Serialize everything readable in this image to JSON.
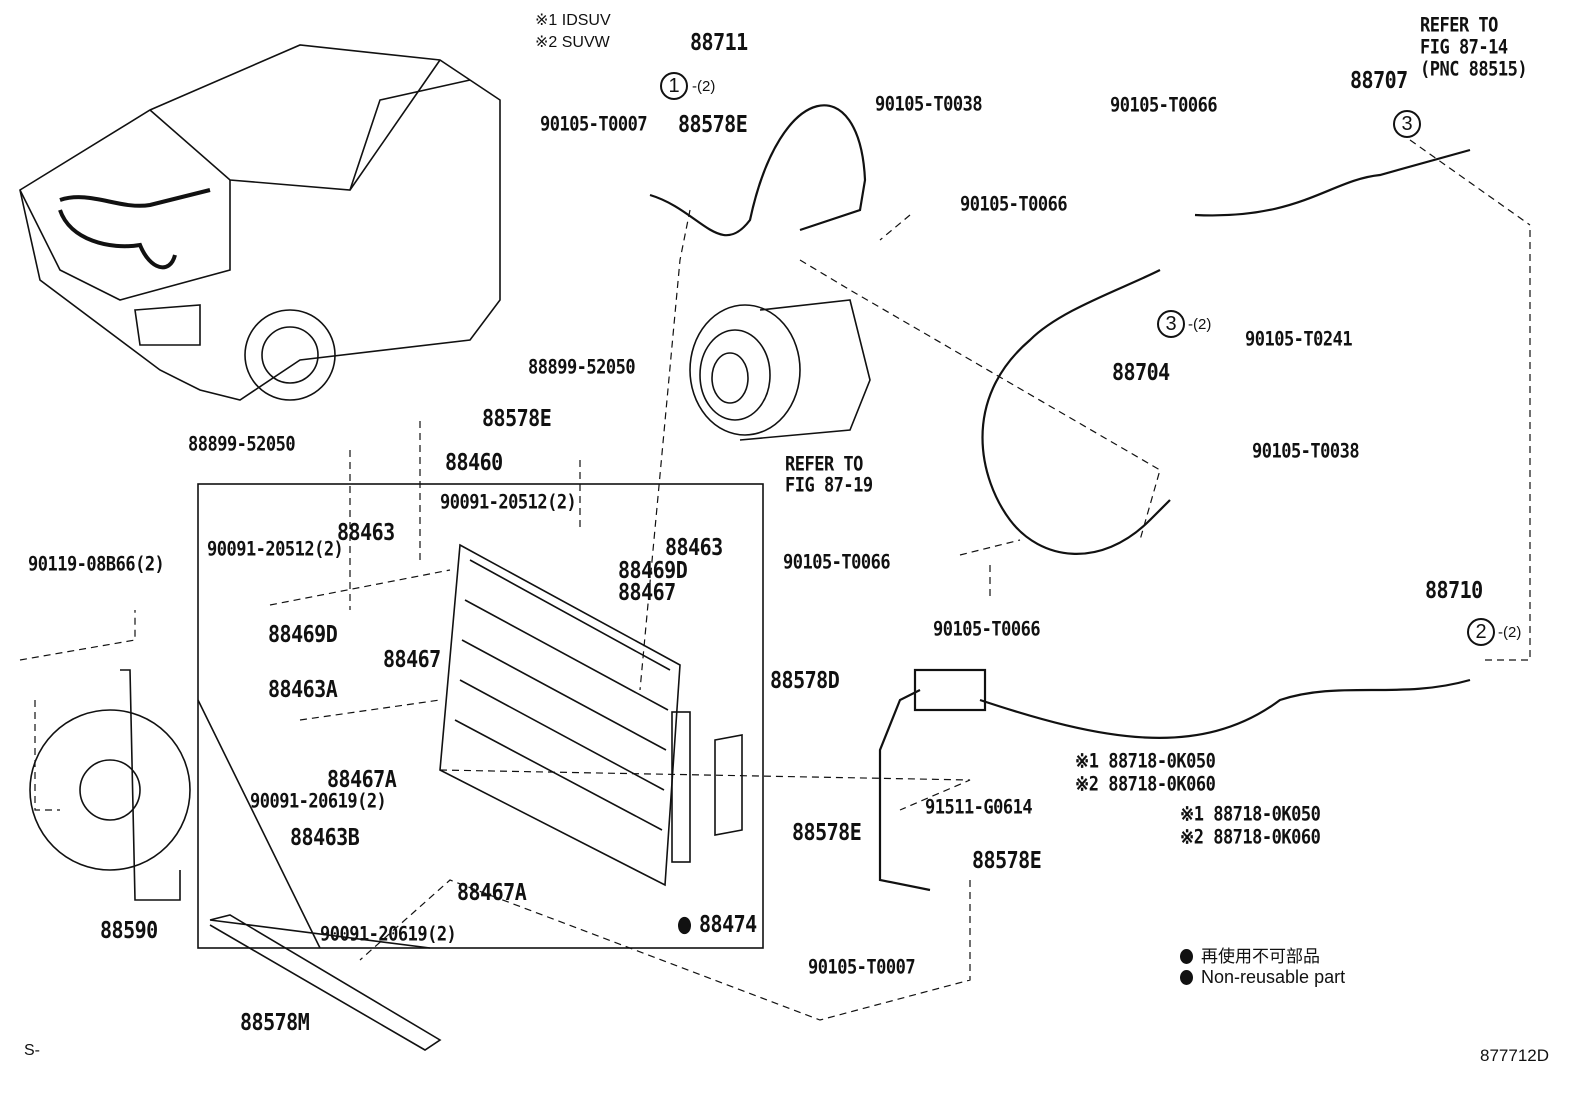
{
  "notes": {
    "note1": "※1 IDSUV",
    "note2": "※2 SUVW"
  },
  "refs": {
    "ref_87_14": [
      "REFER TO",
      "FIG 87-14",
      "(PNC 88515)"
    ],
    "ref_87_19": [
      "REFER TO",
      "FIG 87-19"
    ]
  },
  "callouts": {
    "c1": "1",
    "c2": "2",
    "c3": "3",
    "qty2": "-(2)"
  },
  "labels": {
    "p88711": "88711",
    "p90105_T0007_a": "90105-T0007",
    "p88578E_a": "88578E",
    "p90105_T0038_a": "90105-T0038",
    "p90105_T0066_a": "90105-T0066",
    "p88707": "88707",
    "p90105_T0066_b": "90105-T0066",
    "p90105_T0241": "90105-T0241",
    "p88704": "88704",
    "p88899_52050_a": "88899-52050",
    "p88578E_b": "88578E",
    "p88899_52050_b": "88899-52050",
    "p88460": "88460",
    "p90105_T0038_b": "90105-T0038",
    "p90091_20512_a": "90091-20512(2)",
    "p88463_a": "88463",
    "p90091_20512_b": "90091-20512(2)",
    "p88463_b": "88463",
    "p88469D_a": "88469D",
    "p88467_a": "88467",
    "p90119_08B66": "90119-08B66(2)",
    "p90105_T0066_c": "90105-T0066",
    "p90105_T0066_d": "90105-T0066",
    "p88710": "88710",
    "p88469D_b": "88469D",
    "p88467_b": "88467",
    "p88578D": "88578D",
    "p88463A": "88463A",
    "p88467A_a": "88467A",
    "p90091_20619_a": "90091-20619(2)",
    "p88718_a1": "※1 88718-0K050",
    "p88718_a2": "※2 88718-0K060",
    "p91511_G0614": "91511-G0614",
    "p88718_b1": "※1 88718-0K050",
    "p88718_b2": "※2 88718-0K060",
    "p88463B": "88463B",
    "p88578E_c": "88578E",
    "p88578E_d": "88578E",
    "p88467A_b": "88467A",
    "p88590": "88590",
    "p90091_20619_b": "90091-20619(2)",
    "p88474": "88474",
    "p90105_T0007_b": "90105-T0007",
    "p88578M": "88578M"
  },
  "legend": {
    "jp": "再使用不可部品",
    "en": "Non-reusable part"
  },
  "footer": {
    "left": "S-",
    "figure_id": "877712D"
  }
}
